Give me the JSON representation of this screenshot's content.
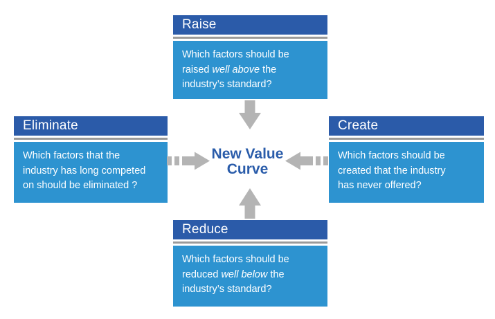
{
  "center": {
    "line1": "New Value",
    "line2": "Curve"
  },
  "boxes": {
    "raise": {
      "header": "Raise",
      "lines": [
        {
          "pre": "Which factors should be",
          "italic": "",
          "post": ""
        },
        {
          "pre": "raised ",
          "italic": "well above",
          "post": " the"
        },
        {
          "pre": "industry’s standard?",
          "italic": "",
          "post": ""
        }
      ]
    },
    "eliminate": {
      "header": "Eliminate",
      "lines": [
        {
          "pre": "Which factors that the",
          "italic": "",
          "post": ""
        },
        {
          "pre": "industry has long competed",
          "italic": "",
          "post": ""
        },
        {
          "pre": "on should be eliminated ?",
          "italic": "",
          "post": ""
        }
      ]
    },
    "create": {
      "header": "Create",
      "lines": [
        {
          "pre": "Which factors should be",
          "italic": "",
          "post": ""
        },
        {
          "pre": "created that the industry",
          "italic": "",
          "post": ""
        },
        {
          "pre": "has never offered?",
          "italic": "",
          "post": ""
        }
      ]
    },
    "reduce": {
      "header": "Reduce",
      "lines": [
        {
          "pre": "Which factors should be",
          "italic": "",
          "post": ""
        },
        {
          "pre": "reduced ",
          "italic": "well below",
          "post": " the"
        },
        {
          "pre": "industry’s standard?",
          "italic": "",
          "post": ""
        }
      ]
    }
  },
  "icons": {
    "top": "arrow-down-icon",
    "bottom": "arrow-up-icon",
    "left": "dashed-arrow-right-icon",
    "right": "dashed-arrow-left-icon"
  },
  "colors": {
    "header_blue": "#2b5ba9",
    "body_blue": "#2d93d0",
    "divider_gray": "#9a9a9a",
    "arrow_gray": "#b4b4b4",
    "center_text_blue": "#2a5caa",
    "text_white": "#ffffff",
    "background": "#ffffff"
  }
}
